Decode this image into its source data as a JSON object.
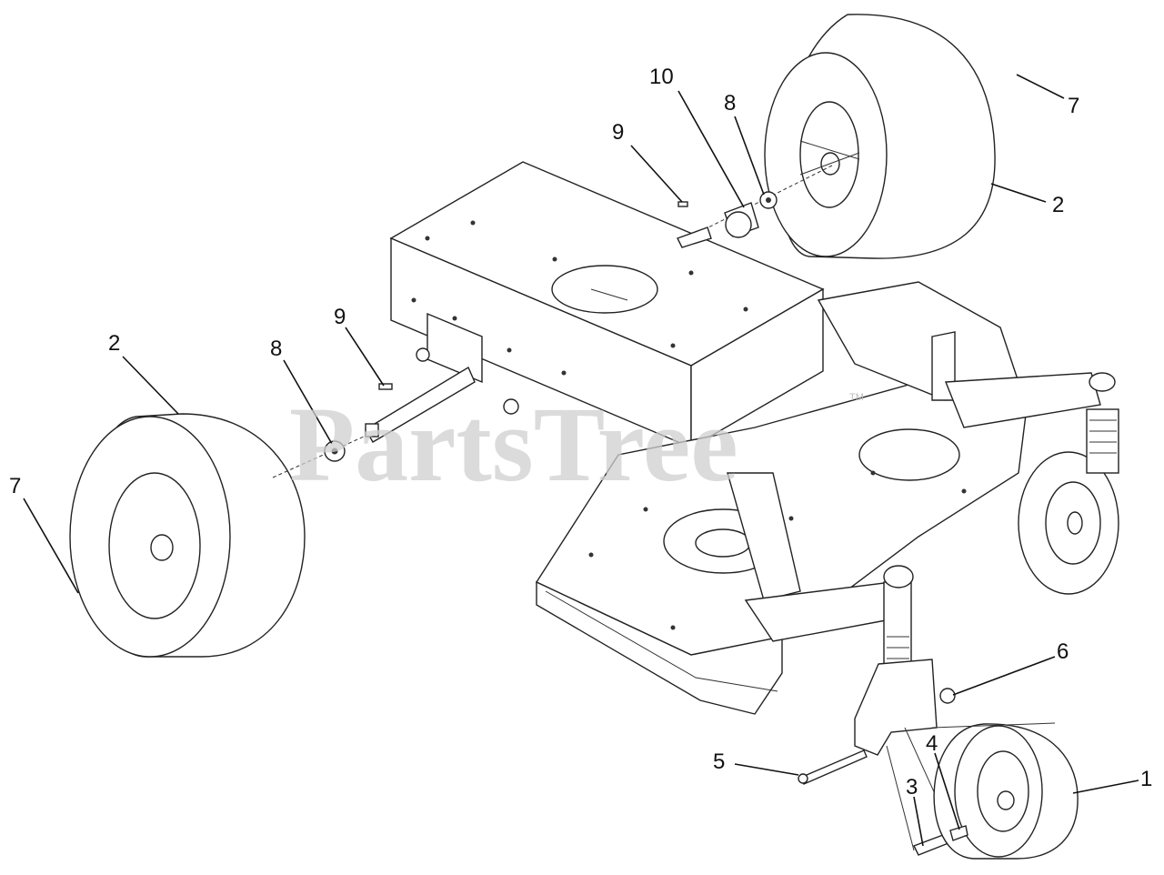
{
  "watermark": {
    "text": "PartsTree",
    "mark": "TM"
  },
  "callouts": [
    {
      "id": "c10",
      "label": "10"
    },
    {
      "id": "c8a",
      "label": "8"
    },
    {
      "id": "c9a",
      "label": "9"
    },
    {
      "id": "c7a",
      "label": "7"
    },
    {
      "id": "c2a",
      "label": "2"
    },
    {
      "id": "c2b",
      "label": "2"
    },
    {
      "id": "c9b",
      "label": "9"
    },
    {
      "id": "c8b",
      "label": "8"
    },
    {
      "id": "c7b",
      "label": "7"
    },
    {
      "id": "c6",
      "label": "6"
    },
    {
      "id": "c5",
      "label": "5"
    },
    {
      "id": "c4",
      "label": "4"
    },
    {
      "id": "c3",
      "label": "3"
    },
    {
      "id": "c1",
      "label": "1"
    }
  ],
  "icons": [
    "rear-wheel-icon",
    "caster-wheel-icon",
    "frame-icon",
    "mower-deck-icon"
  ]
}
